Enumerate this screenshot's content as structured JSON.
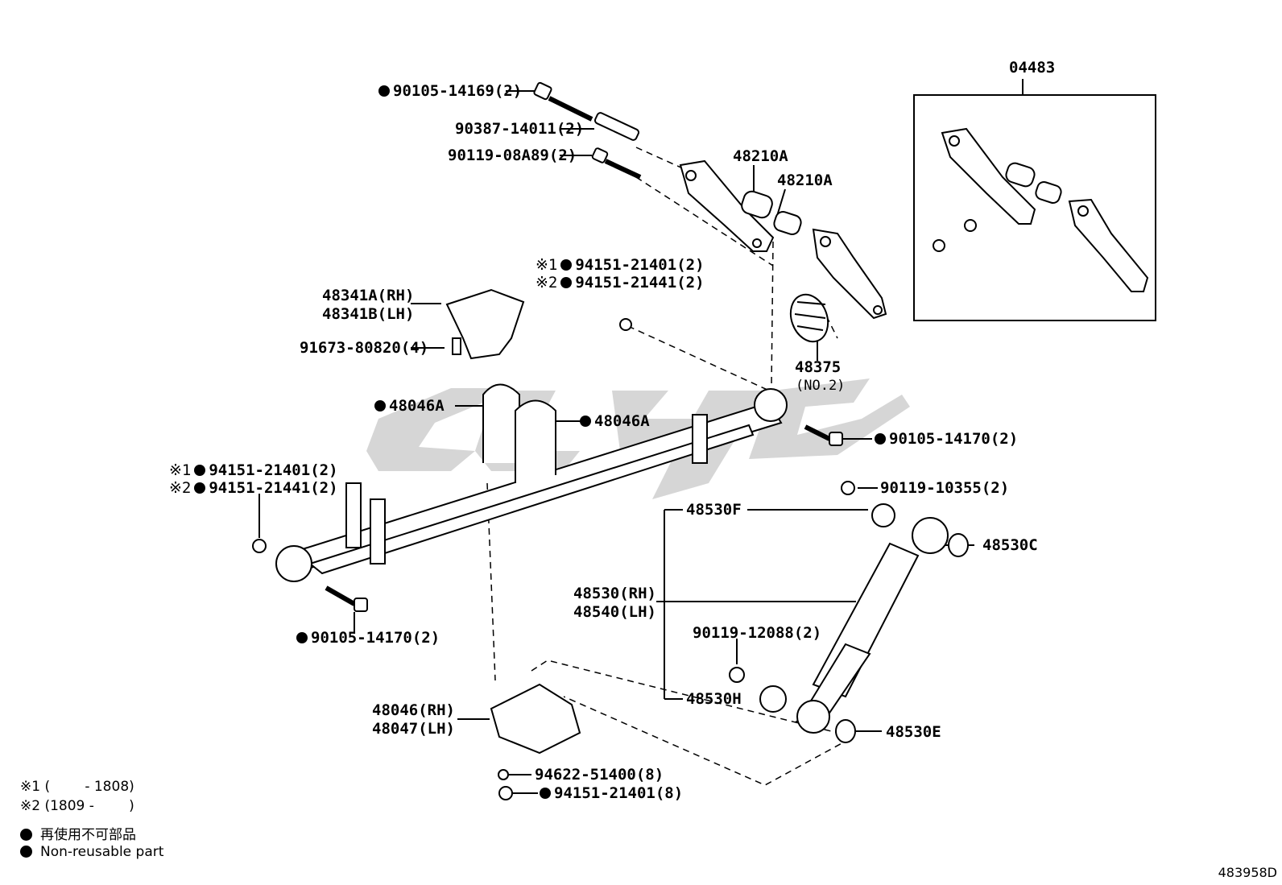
{
  "labels": {
    "p1": "90105-14169(2)",
    "p2": "90387-14011(2)",
    "p3": "90119-08A89(2)",
    "p4": "48210A",
    "p5": "48210A",
    "kit": "04483",
    "p6_mark": "※1",
    "p6": "94151-21401(2)",
    "p7_mark": "※2",
    "p7": "94151-21441(2)",
    "p8a": "48341A(RH)",
    "p8b": "48341B(LH)",
    "p9": "91673-80820(4)",
    "p10": "48375",
    "p10b": "(NO.2)",
    "p11": "48046A",
    "p12": "48046A",
    "p13": "90105-14170(2)",
    "p14_mark": "※1",
    "p14": "94151-21401(2)",
    "p15_mark": "※2",
    "p15": "94151-21441(2)",
    "p16": "90119-10355(2)",
    "p17": "48530F",
    "p18": "48530C",
    "p19a": "48530(RH)",
    "p19b": "48540(LH)",
    "p20": "90105-14170(2)",
    "p21": "90119-12088(2)",
    "p22": "48530H",
    "p23a": "48046(RH)",
    "p23b": "48047(LH)",
    "p24": "48530E",
    "p25": "94622-51400(8)",
    "p26": "94151-21401(8)"
  },
  "legend": {
    "note1": "※1 (        - 1808)",
    "note2": "※2 (1809 -        )",
    "jp": "再使用不可部品",
    "en": "Non-reusable part"
  },
  "diagram_code": "483958D",
  "colors": {
    "ink": "#000000",
    "watermark": "#c8c8c8"
  }
}
